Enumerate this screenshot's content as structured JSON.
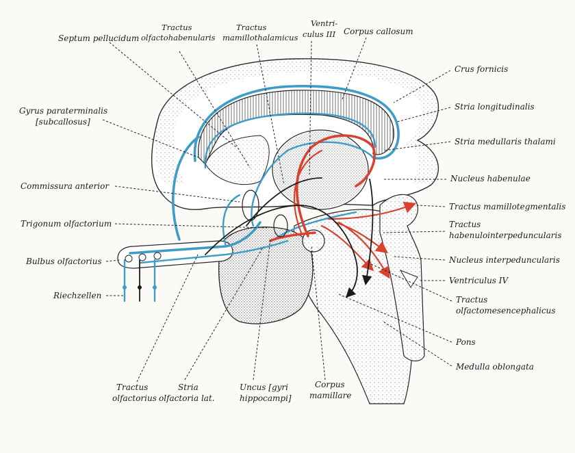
{
  "labels": {
    "septum_pellucidum": "Septum pellucidum",
    "tractus_olfactohabenularis_1": "Tractus",
    "tractus_olfactohabenularis_2": "olfactohabenularis",
    "tractus_mamillothalamicus_1": "Tractus",
    "tractus_mamillothalamicus_2": "mamillothalamicus",
    "ventriculus_iii_1": "Ventri-",
    "ventriculus_iii_2": "culus III",
    "corpus_callosum": "Corpus callosum",
    "crus_fornicis": "Crus fornicis",
    "stria_longitudinalis": "Stria longitudinalis",
    "stria_medullaris": "Stria medullaris thalami",
    "nucleus_habenulae": "Nucleus habenulae",
    "tractus_mamillotegmentalis": "Tractus mamillotegmentalis",
    "tractus_habenulointerpeduncularis_1": "Tractus",
    "tractus_habenulointerpeduncularis_2": "habenulointerpeduncularis",
    "nucleus_interpeduncularis": "Nucleus interpeduncularis",
    "ventriculus_iv": "Ventriculus IV",
    "tractus_olfactomesencephalicus_1": "Tractus",
    "tractus_olfactomesencephalicus_2": "olfactomesencephalicus",
    "pons": "Pons",
    "medulla_oblongata": "Medulla oblongata",
    "gyrus_paraterminalis_1": "Gyrus paraterminalis",
    "gyrus_paraterminalis_2": "[subcallosus]",
    "commissura_anterior": "Commissura anterior",
    "trigonum_olfactorium": "Trigonum olfactorium",
    "bulbus_olfactorius": "Bulbus olfactorius",
    "riechzellen": "Riechzellen",
    "tractus_olfactorius_1": "Tractus",
    "tractus_olfactorius_2": "olfactorius",
    "stria_olfactoria_1": "Stria",
    "stria_olfactoria_2": "olfactoria lat.",
    "uncus_1": "Uncus [gyri",
    "uncus_2": "hippocampi]",
    "corpus_mamillare_1": "Corpus",
    "corpus_mamillare_2": "mamillare"
  },
  "colors": {
    "olfactory_tract": "#3e9cc6",
    "mamillary_tract": "#d8422f",
    "neural_fiber": "#1a1a1a"
  }
}
